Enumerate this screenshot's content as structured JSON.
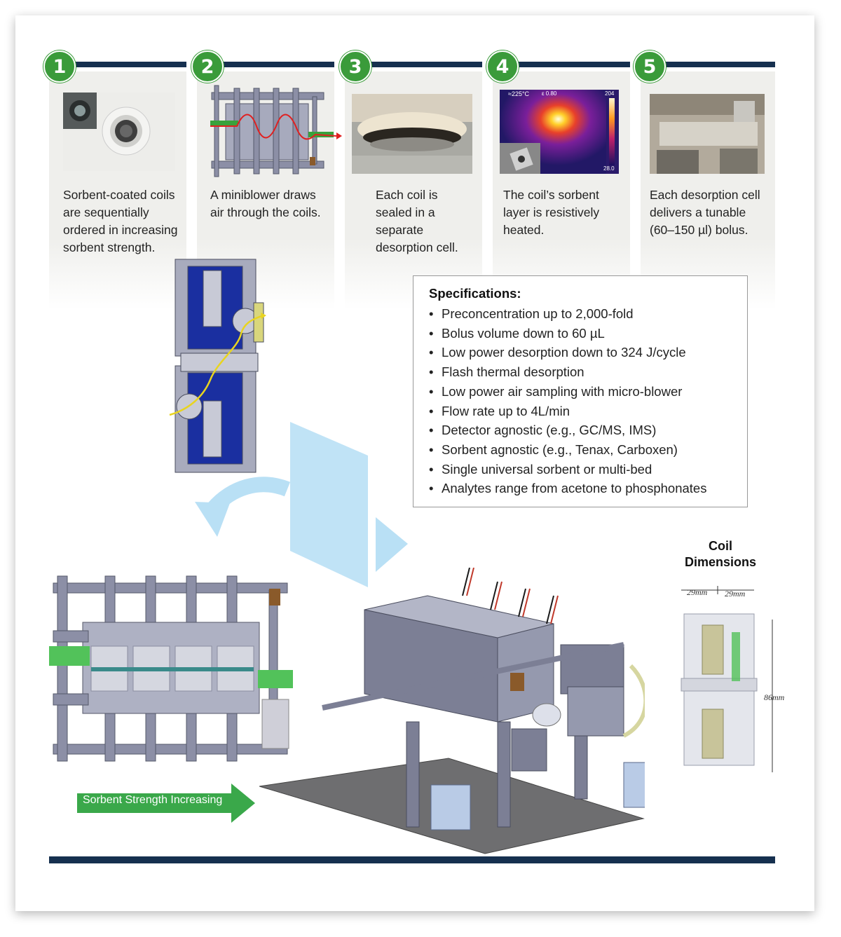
{
  "steps": [
    {
      "number": "1",
      "caption": "Sorbent-coated coils are sequentially ordered in increasing sorbent strength."
    },
    {
      "number": "2",
      "caption": "A miniblower draws air through the coils."
    },
    {
      "number": "3",
      "caption": "Each coil is sealed in a separate desorption cell."
    },
    {
      "number": "4",
      "caption": "The coil’s sorbent layer is resistively heated."
    },
    {
      "number": "5",
      "caption": "Each desorption cell delivers a tunable (60–150 µl) bolus."
    }
  ],
  "thermal": {
    "readout": "≈225°C",
    "emissivity": "ε 0.80",
    "scale_max": "204",
    "scale_min": "28.0"
  },
  "specs": {
    "title": "Specifications:",
    "items": [
      "Preconcentration up to 2,000-fold",
      "Bolus volume down to 60 µL",
      "Low power desorption down to 324 J/cycle",
      "Flash thermal desorption",
      "Low power air sampling with micro-blower",
      "Flow rate up to 4L/min",
      "Detector agnostic (e.g., GC/MS, IMS)",
      "Sorbent agnostic (e.g., Tenax, Carboxen)",
      "Single universal sorbent or multi-bed",
      "Analytes range from acetone to phosphonates"
    ]
  },
  "strength_arrow": "Sorbent Strength Increasing",
  "coil": {
    "title_line1": "Coil",
    "title_line2": "Dimensions",
    "width_a": "29mm",
    "width_b": "29mm",
    "height": "86mm"
  },
  "colors": {
    "navy": "#16304f",
    "green": "#3a9b3a",
    "cad_gray": "#7c7f95",
    "cad_blue": "#1a2fa0"
  }
}
